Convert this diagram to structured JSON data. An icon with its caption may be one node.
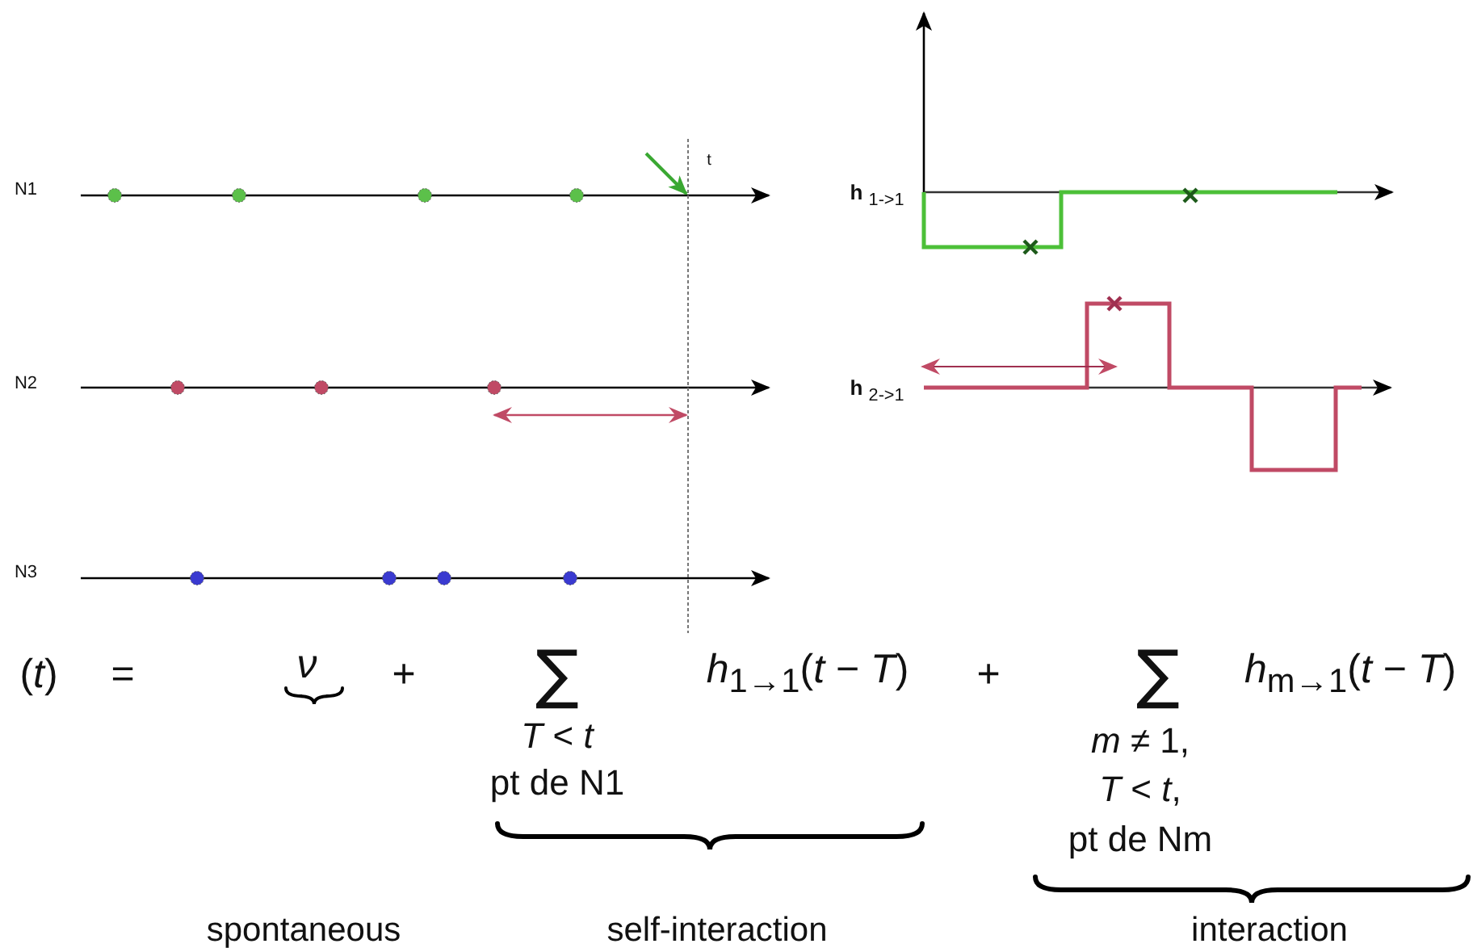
{
  "diagram": {
    "labels": [
      "t",
      "N1",
      "**h** $_{1->1}$",
      "N2",
      "**h** $_{2->1}$",
      "N3",
      "(*t*)",
      "=",
      "*ν*",
      "+",
      "∑",
      "*h*$_{1→1}$(*t* − *T*)",
      "+",
      "∑",
      "*h*$_{m→1}$(*t* − *T*)",
      "*T* < *t*",
      "pt de N1",
      "*m* ≠ 1,",
      "*T* < *t*,",
      "pt de Nm",
      "spontaneous",
      "self-interaction",
      "interaction"
    ]
  }
}
